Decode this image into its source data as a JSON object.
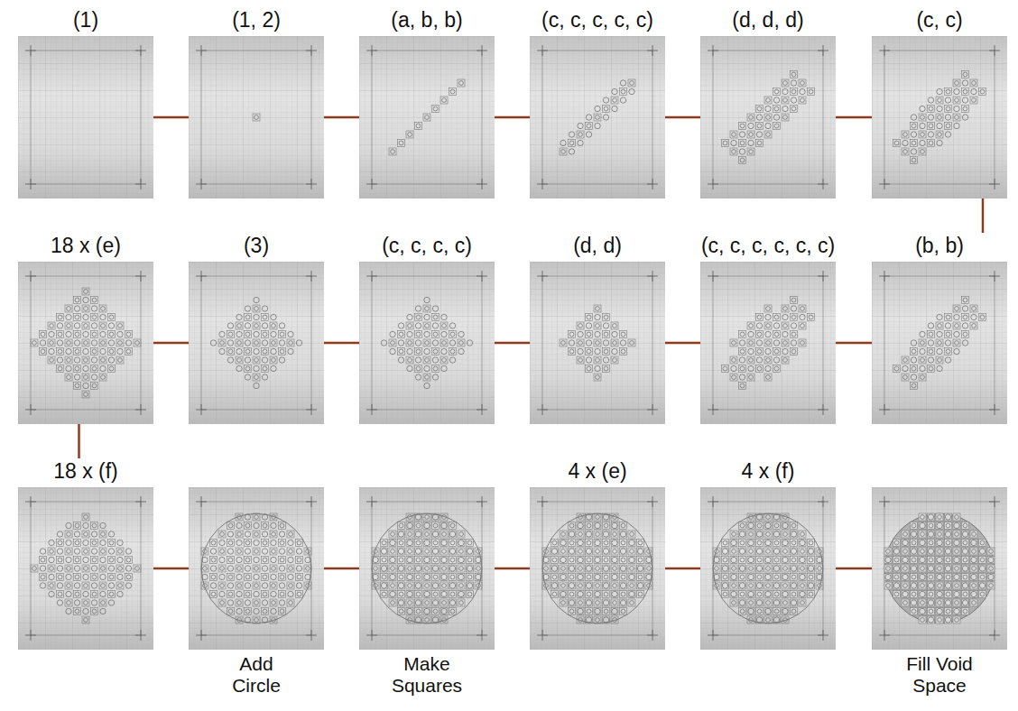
{
  "diagram": {
    "nodes": [
      {
        "text": [
          "(1)"
        ]
      },
      {
        "text": [
          "(1, 2)"
        ]
      },
      {
        "text": [
          "(a, b, b)"
        ]
      },
      {
        "text": [
          "(c, c, c, c, c)"
        ]
      },
      {
        "text": [
          "(d, d, d)"
        ]
      },
      {
        "text": [
          "(c, c)"
        ]
      },
      {
        "text": [
          "18 x (e)"
        ]
      },
      {
        "text": [
          "(3)"
        ]
      },
      {
        "text": [
          "(c, c, c, c)"
        ]
      },
      {
        "text": [
          "(d, d)"
        ]
      },
      {
        "text": [
          "(c, c, c, c, c, c)"
        ]
      },
      {
        "text": [
          "(b, b)"
        ]
      },
      {
        "text": [
          "18 x (f)"
        ]
      },
      {
        "text": [
          "Add Circle"
        ]
      },
      {
        "text": [
          "Make Squares"
        ]
      },
      {
        "text": [
          "4 x (e)"
        ]
      },
      {
        "text": [
          "4 x (f)"
        ]
      },
      {
        "text": [
          "Fill Void Space"
        ]
      }
    ],
    "edges": [
      {
        "from": 0,
        "to": 1,
        "arrow": "none"
      },
      {
        "from": 1,
        "to": 2,
        "arrow": "none"
      },
      {
        "from": 2,
        "to": 3,
        "arrow": "none"
      },
      {
        "from": 3,
        "to": 4,
        "arrow": "none"
      },
      {
        "from": 4,
        "to": 5,
        "arrow": "none"
      },
      {
        "from": 5,
        "to": 11,
        "arrow": "none"
      },
      {
        "from": 11,
        "to": 10,
        "arrow": "none"
      },
      {
        "from": 10,
        "to": 9,
        "arrow": "none"
      },
      {
        "from": 9,
        "to": 8,
        "arrow": "none"
      },
      {
        "from": 8,
        "to": 7,
        "arrow": "none"
      },
      {
        "from": 7,
        "to": 6,
        "arrow": "none"
      },
      {
        "from": 6,
        "to": 12,
        "arrow": "none"
      },
      {
        "from": 12,
        "to": 13,
        "arrow": "none"
      },
      {
        "from": 13,
        "to": 14,
        "arrow": "none"
      },
      {
        "from": 14,
        "to": 15,
        "arrow": "none"
      },
      {
        "from": 15,
        "to": 16,
        "arrow": "none"
      },
      {
        "from": 16,
        "to": 17,
        "arrow": "none"
      }
    ]
  }
}
